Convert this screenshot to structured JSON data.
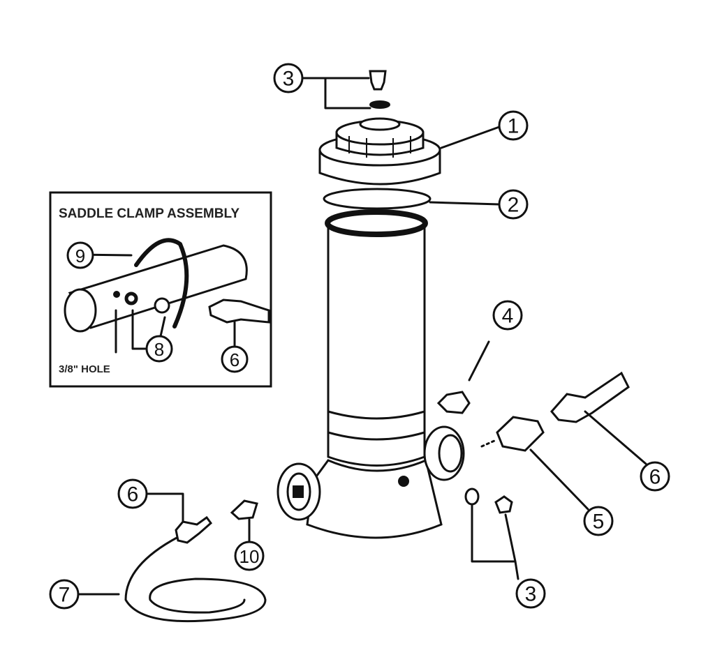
{
  "inset": {
    "title": "SADDLE CLAMP ASSEMBLY",
    "hole_label": "3/8\" HOLE"
  },
  "callouts": {
    "top_3": "3",
    "c1": "1",
    "c2": "2",
    "c9": "9",
    "c8": "8",
    "inset_6": "6",
    "c4": "4",
    "right_6": "6",
    "c5": "5",
    "left_6": "6",
    "c7": "7",
    "c10": "10",
    "bottom_3": "3"
  }
}
